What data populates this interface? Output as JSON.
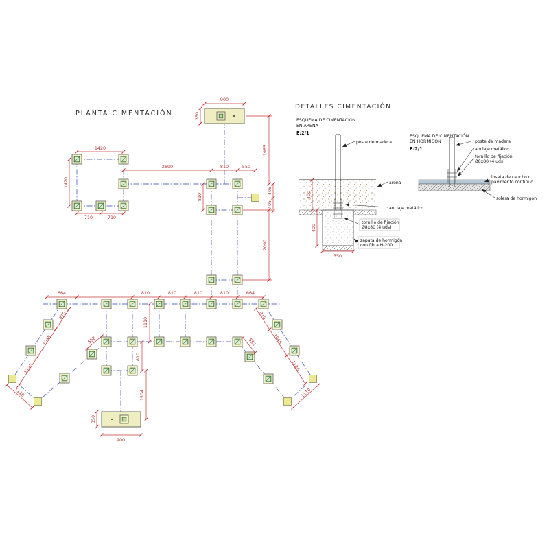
{
  "colors": {
    "dimension_red": "#c43b3b",
    "axis_blue": "#5e6fc0",
    "footing_green": "#3c7a3c",
    "footing_fill": "#f5f3c8",
    "pad_yellow": "#ecea8e",
    "rubber_tile_blue": "#b6c8d4"
  },
  "plan": {
    "title": "PLANTA CIMENTACIÓN",
    "dims": {
      "pad_top_w": "900",
      "pad_top_h": "350",
      "v1": "1985",
      "v2": "2090",
      "left_w": "1420",
      "left_h": "1420",
      "left_b1": "710",
      "left_b2": "710",
      "link": "2690",
      "mid_top": "810",
      "mid_right": "550",
      "mid_left": "810",
      "mid_r1": "405",
      "mid_r2": "405",
      "row": [
        "664",
        "810",
        "810",
        "810",
        "810",
        "664"
      ],
      "row_gap": "1110",
      "inner_left": "552",
      "inner_right": "552",
      "stem1": "810",
      "stem2": "1504",
      "pad_bot_w": "900",
      "pad_bot_h": "350",
      "wing_left": [
        "810",
        "1045",
        "1120"
      ],
      "wing_left_close": "1110",
      "wing_right": [
        "810",
        "1045",
        "1120"
      ],
      "wing_right_close": "1110"
    }
  },
  "details": {
    "title": "DETALLES CIMENTACIÓN",
    "arena": {
      "subtitle_l1": "ESQUEMA DE CIMENTACIÓN",
      "subtitle_l2": "EN ARENA",
      "scale": "E:2/1",
      "labels": {
        "poste": "poste de madera",
        "arena": "arena",
        "anclaje": "anclaje metálico",
        "tornillo_l1": "tornillo de fijación",
        "tornillo_l2": "Ø8x80 (4 uds)",
        "zapata_l1": "zapata de hormigón",
        "zapata_l2": "con fibra H-200"
      },
      "dims": {
        "sand_depth": "400",
        "zapata_depth": "400",
        "zapata_width": "350"
      }
    },
    "hormigon": {
      "subtitle_l1": "ESQUEMA DE CIMENTACIÓN",
      "subtitle_l2": "EN HORMIGÓN",
      "scale": "E:2/1",
      "labels": {
        "poste": "poste de madera",
        "anclaje": "anclaje metálico",
        "tornillo_l1": "tornillo de fijación",
        "tornillo_l2": "Ø8x80 (4 uds)",
        "loseta_l1": "loseta de caucho o",
        "loseta_l2": "pavimento continuo",
        "solera": "solera de hormigón"
      }
    }
  }
}
